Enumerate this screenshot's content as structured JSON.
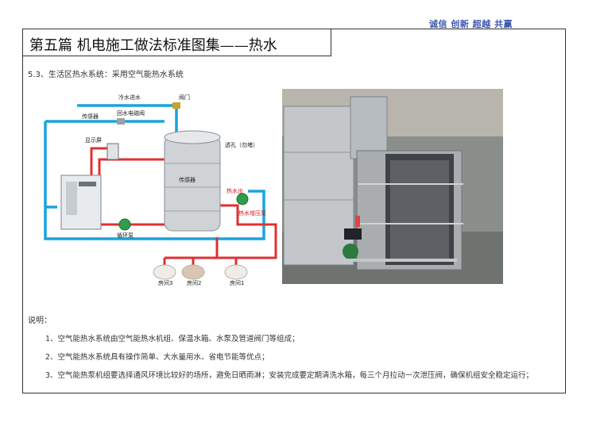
{
  "header": {
    "slogan": "诚信  创新  超越  共赢"
  },
  "title": "第五篇    机电施工做法标准图集——热水",
  "section": "5.3、生活区热水系统：采用空气能热水系统",
  "diagram": {
    "labels": {
      "cold_water": "冷水进水",
      "valve": "阀门",
      "sensor1": "传感器",
      "return_valve": "回水电磁阀",
      "display": "显示屏",
      "vent": "透孔（勿堵）",
      "sensor2": "传感器",
      "hot_out": "热水出",
      "booster": "热水增压泵",
      "circ_pump": "循环泵",
      "room3": "房间3",
      "room2": "房间2",
      "room1": "房间1"
    },
    "colors": {
      "cold_pipe": "#1aa3dc",
      "hot_pipe": "#e03030",
      "accent": "#d21b1b"
    }
  },
  "notes": {
    "heading": "说明：",
    "items": [
      "1、空气能热水系统由空气能热水机组、保温水箱、水泵及管道阀门等组成；",
      "2、空气能热水系统具有操作简单、大水量用水、省电节能等优点；",
      "3、空气能热泵机组要选择通风环境比较好的场所，避免日晒雨淋；安装完成要定期清洗水箱，每三个月拉动一次泄压阀，确保机组安全稳定运行；"
    ]
  }
}
